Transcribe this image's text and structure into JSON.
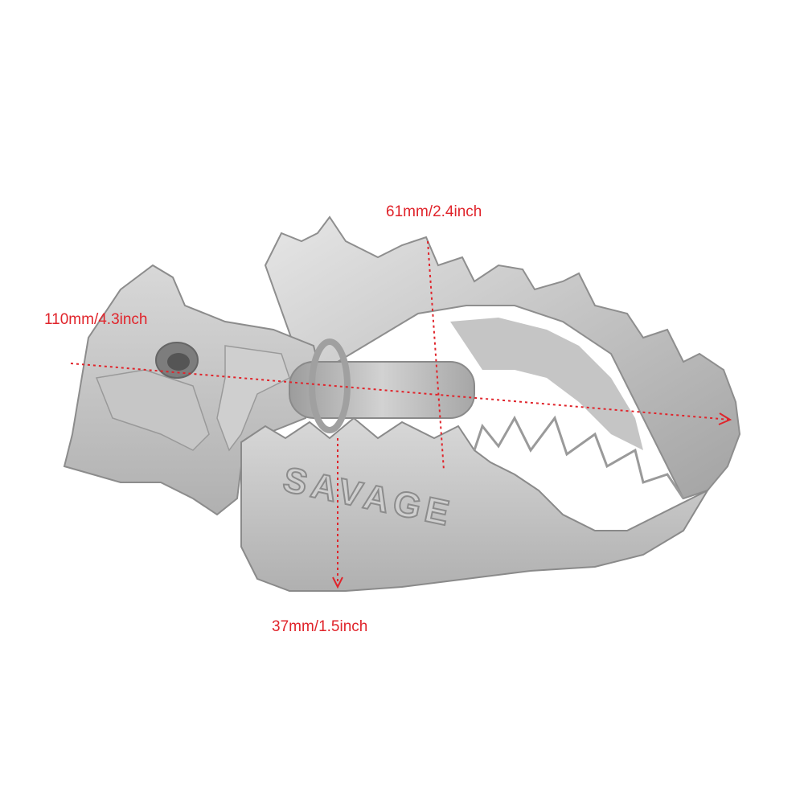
{
  "image": {
    "subject": "stainless steel motorcycle foot peg",
    "embossed_text": "SAVAGE"
  },
  "dimensions": {
    "width_label": "61mm/2.4inch",
    "length_label": "110mm/4.3inch",
    "height_label": "37mm/1.5inch"
  },
  "colors": {
    "background": "#ffffff",
    "dimension_color": "#e0242b",
    "metal_light": "#d9d9d9",
    "metal_mid": "#b9b9b9",
    "metal_dark": "#8f8f8f"
  }
}
